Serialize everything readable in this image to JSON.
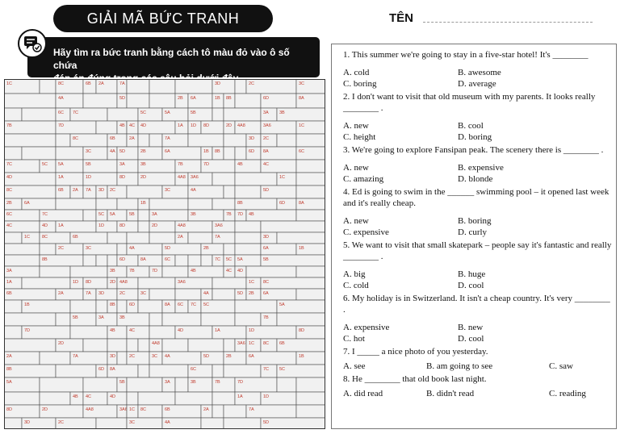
{
  "header": {
    "title": "GIẢI MÃ BỨC TRANH",
    "name_label": "TÊN"
  },
  "instructions": {
    "line1": "Hãy tìm ra bức tranh bằng cách tô màu đỏ vào ô số chứa",
    "line2": "đáp án đúng trong các câu hỏi dưới đây."
  },
  "puzzle": {
    "labels": [
      "1C",
      "8C",
      "6B",
      "2A",
      "7A",
      "3D",
      "2C",
      "3C",
      "4A",
      "5D",
      "2B",
      "6A",
      "1B",
      "8B",
      "6D",
      "8A",
      "6C",
      "7C",
      "5C",
      "5A",
      "5B",
      "3A",
      "3B",
      "7B",
      "7D",
      "4B",
      "4C",
      "4D",
      "1A",
      "1D",
      "8D",
      "2D",
      "4A8",
      "3A6"
    ]
  },
  "questions": [
    {
      "text": "1. This summer we're going to stay in a five-star hotel! It's ________",
      "options": [
        "A. cold",
        "B. awesome",
        "C. boring",
        "D. average"
      ]
    },
    {
      "text": "2. I don't want to visit that old museum with my parents. It looks really ________ .",
      "options": [
        "A. new",
        "B. cool",
        "C. height",
        "D. boring"
      ]
    },
    {
      "text": "3. We're going to explore Fansipan peak. The scenery there is ________ .",
      "options": [
        "A. new",
        "B. expensive",
        "C. amazing",
        "D. blonde"
      ]
    },
    {
      "text": "4. Ed is going to swim in the ______ swimming pool – it opened last week and it's really cheap.",
      "options": [
        "A. new",
        "B. boring",
        "C. expensive",
        "D. curly"
      ]
    },
    {
      "text": "5. We want to visit that small skatepark – people say it's fantastic and really ________ .",
      "options": [
        "A. big",
        "B. huge",
        "C. cold",
        "D. cool"
      ]
    },
    {
      "text": "6. My holiday is in Switzerland. It isn't a cheap country. It's very ________ .",
      "options": [
        "A. expensive",
        "B. new",
        "C.  hot",
        "D. cool"
      ]
    },
    {
      "text": "7. I _____ a nice photo of you yesterday.",
      "options": [
        "A.   see",
        "B. am going to see",
        "C. saw"
      ]
    },
    {
      "text": "8. He ________ that old book last night.",
      "options": [
        "A. did read",
        "B. didn't read",
        "C. reading"
      ]
    }
  ]
}
